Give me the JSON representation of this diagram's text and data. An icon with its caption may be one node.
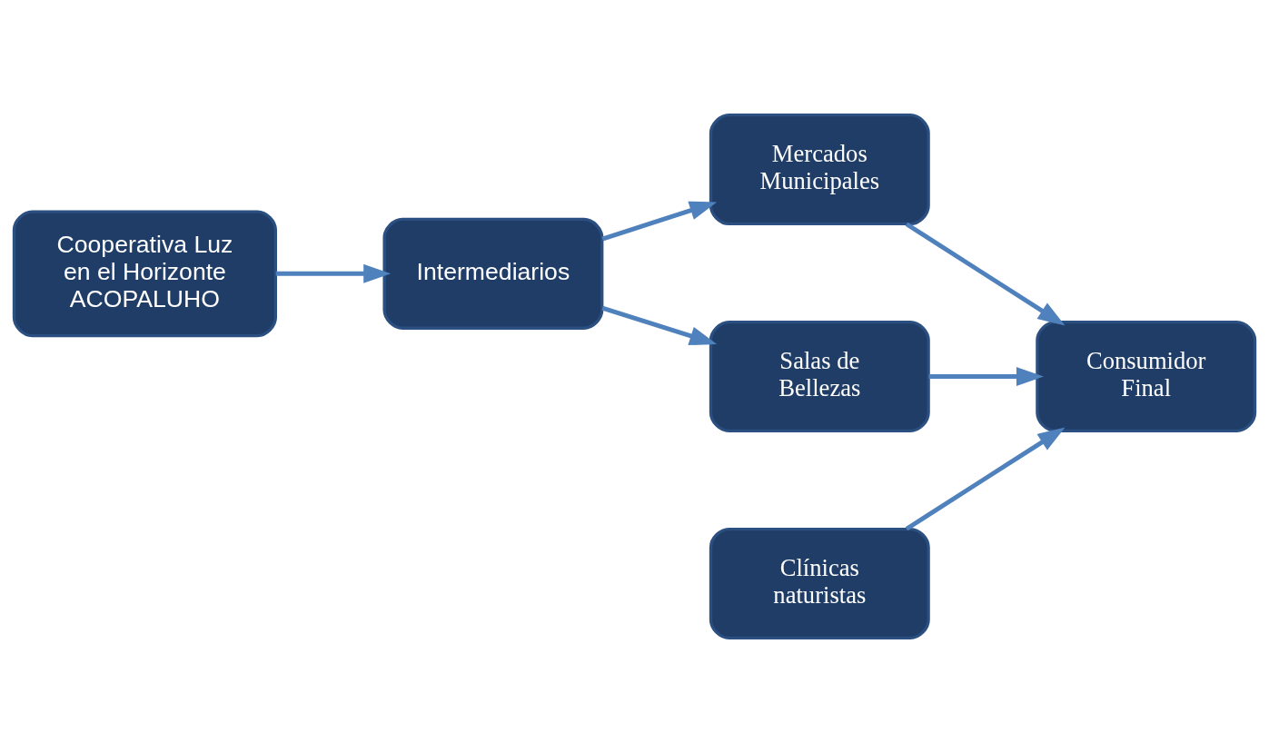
{
  "diagram": {
    "nodes": [
      {
        "text": [
          "Cooperativa Luz en el Horizonte ACOPALUHO"
        ]
      },
      {
        "text": [
          "Intermediarios"
        ]
      },
      {
        "text": [
          "Mercados Municipales"
        ]
      },
      {
        "text": [
          "Clínicas naturistas"
        ]
      },
      {
        "text": [
          "Consumidor Final"
        ]
      },
      {
        "text": [
          "Salas de Bellezas"
        ]
      }
    ],
    "edges": [
      {
        "from": 0,
        "to": 1,
        "arrow": "to"
      },
      {
        "from": 1,
        "to": 2,
        "arrow": "to"
      },
      {
        "from": 1,
        "to": 5,
        "arrow": "to"
      },
      {
        "from": 2,
        "to": 4,
        "arrow": "to"
      },
      {
        "from": 3,
        "to": 4,
        "arrow": "to"
      },
      {
        "from": 5,
        "to": 4,
        "arrow": "to"
      }
    ]
  }
}
